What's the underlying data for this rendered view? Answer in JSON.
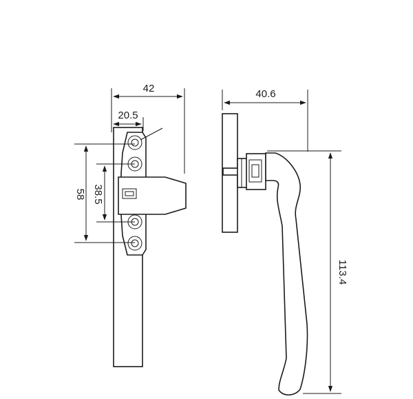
{
  "dimensions": {
    "width_total": "42",
    "width_bracket": "20.5",
    "hole_pitch_outer": "58",
    "hole_pitch_inner": "38.5",
    "depth": "40.6",
    "handle_length": "113.4"
  },
  "colors": {
    "line": "#1a1a1a",
    "background": "#ffffff"
  }
}
